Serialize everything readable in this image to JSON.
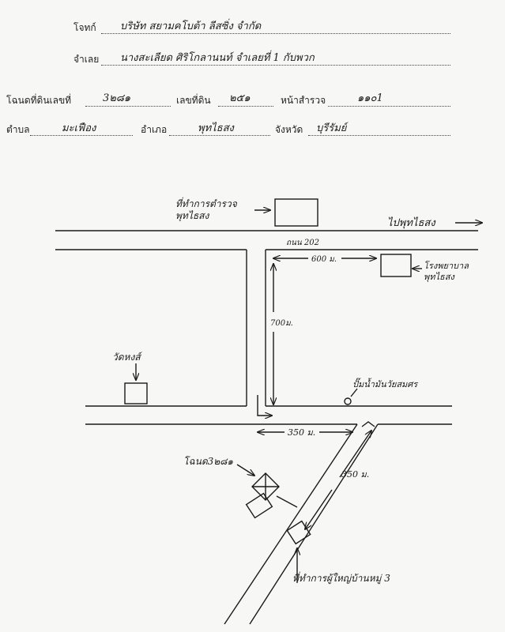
{
  "form": {
    "plaintiff_label": "โจทก์",
    "plaintiff_value": "บริษัท สยามคโบต้า ลีสซิ่ง จำกัด",
    "defendant_label": "จำเลย",
    "defendant_value": "นางสะเลียด ศิริโกลานนท์ จำเลยที่ 1 กับพวก",
    "deed_no_label": "โฉนดที่ดินเลขที่",
    "deed_no_value": "3๒๘๑",
    "land_no_label": "เลขที่ดิน",
    "land_no_value": "๒๕๑",
    "survey_page_label": "หน้าสำรวจ",
    "survey_page_value": "๑๑๐1",
    "subdistrict_label": "ตำบล",
    "subdistrict_value": "มะเฟือง",
    "district_label": "อำเภอ",
    "district_value": "พุทไธสง",
    "province_label": "จังหวัด",
    "province_value": "บุรีรัมย์"
  },
  "map": {
    "police_station": "ที่ทำการตำรวจ\nพุทไธสง",
    "to_phutthaisong": "ไปพุทไธสง",
    "road_label": "ถนน 202",
    "dist_600": "600 ม.",
    "hospital": "โรงพยาบาล\nพุทไธสง",
    "dist_700": "700ม.",
    "temple": "วัดหงส์",
    "gas_station": "ปั๊มน้ำมันวัยสมศร",
    "dist_350_a": "350 ม.",
    "dist_350_b": "350 ม.",
    "deed_marker": "โฉนด3๒๘๑",
    "village_head_office": "ที่ทำการผู้ใหญ่บ้านหมู่ 3"
  }
}
